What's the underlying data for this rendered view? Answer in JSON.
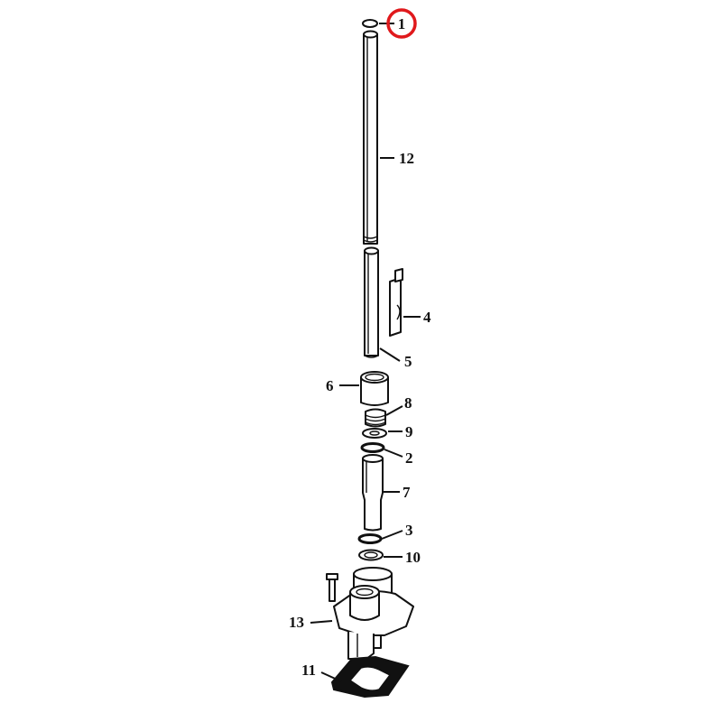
{
  "diagram": {
    "callouts": [
      {
        "id": "1",
        "label": "1",
        "highlighted": true
      },
      {
        "id": "12",
        "label": "12"
      },
      {
        "id": "4",
        "label": "4"
      },
      {
        "id": "5",
        "label": "5"
      },
      {
        "id": "6",
        "label": "6"
      },
      {
        "id": "8",
        "label": "8"
      },
      {
        "id": "9",
        "label": "9"
      },
      {
        "id": "2",
        "label": "2"
      },
      {
        "id": "7",
        "label": "7"
      },
      {
        "id": "3",
        "label": "3"
      },
      {
        "id": "10",
        "label": "10"
      },
      {
        "id": "13",
        "label": "13"
      },
      {
        "id": "11",
        "label": "11"
      }
    ],
    "highlight_color": "#e0191c",
    "line_color": "#111111",
    "gasket_color": "#111111"
  }
}
